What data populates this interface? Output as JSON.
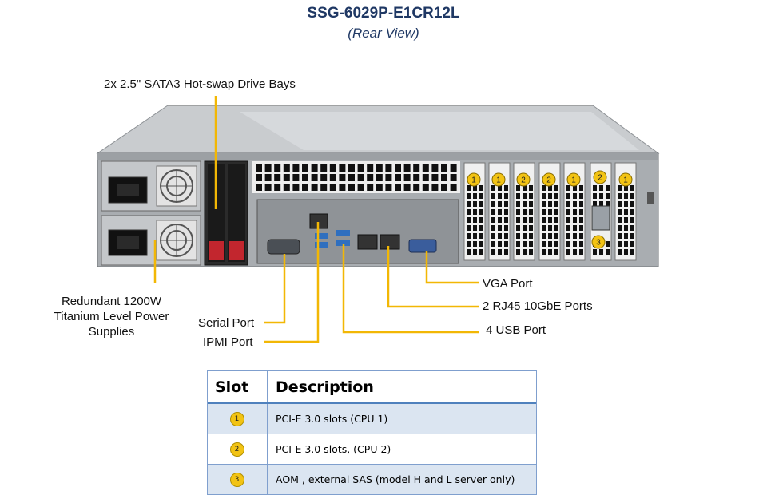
{
  "title": "SSG-6029P-E1CR12L",
  "subtitle": "(Rear View)",
  "labels": {
    "drive_bays": "2x 2.5\" SATA3 Hot-swap Drive Bays",
    "psu": "Redundant 1200W Titanium Level Power Supplies",
    "serial": "Serial Port",
    "ipmi": "IPMI Port",
    "vga": "VGA Port",
    "rj45": "2 RJ45 10GbE Ports",
    "usb": "4 USB Port"
  },
  "slot_badges": [
    "1",
    "1",
    "2",
    "2",
    "1",
    "2",
    "1",
    "3"
  ],
  "table": {
    "headers": [
      "Slot",
      "Description"
    ],
    "rows": [
      {
        "slot": "1",
        "description": "PCI-E 3.0 slots  (CPU 1)"
      },
      {
        "slot": "2",
        "description": "PCI-E 3.0 slots, (CPU 2)"
      },
      {
        "slot": "3",
        "description": "AOM , external SAS (model H and L server only)"
      }
    ]
  },
  "colors": {
    "title": "#1f3864",
    "callout_line": "#f2b705",
    "badge": "#f2c314",
    "table_header_line": "#4f81bd",
    "row_shade": "#dbe5f1"
  }
}
